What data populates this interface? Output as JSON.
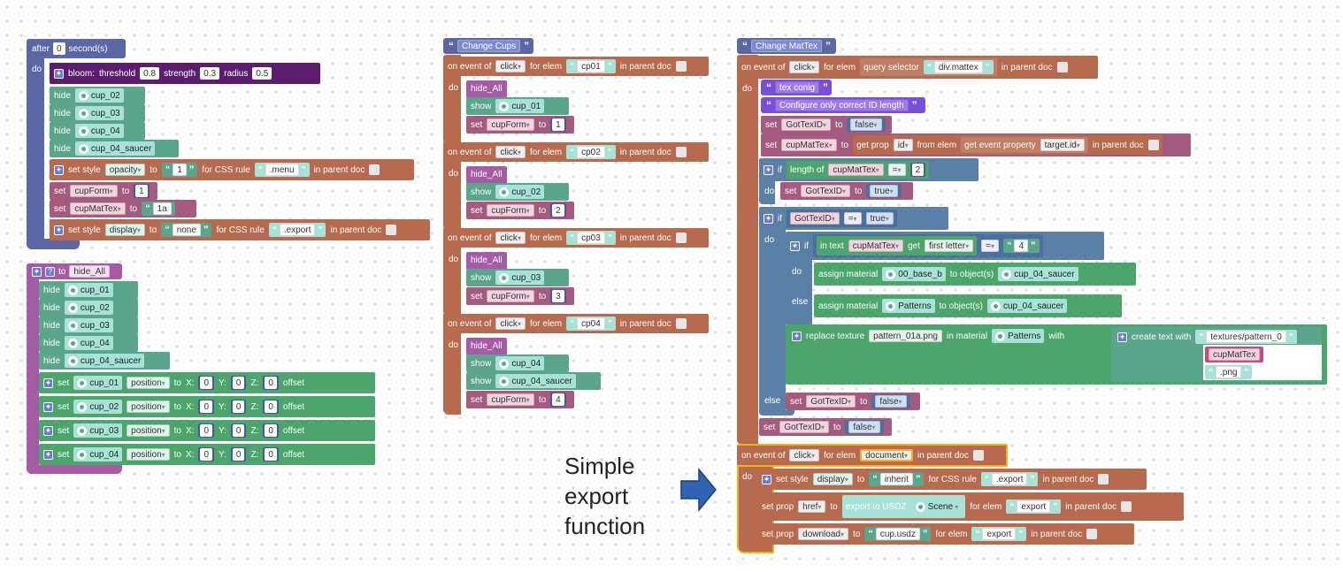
{
  "after_group": {
    "after": "after",
    "seconds": "0",
    "second_label": "second(s)",
    "do": "do",
    "bloom": {
      "label": "bloom:",
      "threshold_label": "threshold",
      "threshold": "0.8",
      "strength_label": "strength",
      "strength": "0.3",
      "radius_label": "radius",
      "radius": "0.5"
    },
    "hide_label": "hide",
    "hides": [
      "cup_02",
      "cup_03",
      "cup_04",
      "cup_04_saucer"
    ],
    "set_style_1": {
      "label": "set style",
      "prop": "opacity",
      "to": "to",
      "value": "1",
      "rule_label": "for CSS rule",
      "rule": ".menu",
      "in_doc": "in parent doc"
    },
    "set_label": "set",
    "to_label": "to",
    "set_cupform": {
      "var": "cupForm",
      "value": "1"
    },
    "set_cupmattex": {
      "var": "cupMatTex",
      "value": "1a"
    },
    "set_style_2": {
      "label": "set style",
      "prop": "display",
      "to": "to",
      "value": "none",
      "rule_label": "for CSS rule",
      "rule": ".export",
      "in_doc": "in parent doc"
    }
  },
  "hide_all_fn": {
    "to_label": "to",
    "name": "hide_All",
    "hide_label": "hide",
    "hides": [
      "cup_01",
      "cup_02",
      "cup_03",
      "cup_04",
      "cup_04_saucer"
    ],
    "set_label": "set",
    "prop": "position",
    "to": "to",
    "x": "X:",
    "y": "Y:",
    "z": "Z:",
    "zero": "0",
    "offset": "offset",
    "sets": [
      "cup_01",
      "cup_02",
      "cup_03",
      "cup_04"
    ]
  },
  "change_cups": {
    "title": "Change Cups",
    "event_label": "on event of",
    "event": "click",
    "elem_label": "for elem",
    "in_doc": "in parent doc",
    "do": "do",
    "hide_all": "hide_All",
    "show_label": "show",
    "set_label": "set",
    "var": "cupForm",
    "to": "to",
    "handlers": [
      {
        "elem": "cp01",
        "show": [
          "cup_01"
        ],
        "value": "1"
      },
      {
        "elem": "cp02",
        "show": [
          "cup_02"
        ],
        "value": "2"
      },
      {
        "elem": "cp03",
        "show": [
          "cup_03"
        ],
        "value": "3"
      },
      {
        "elem": "cp04",
        "show": [
          "cup_04",
          "cup_04_saucer"
        ],
        "value": "4"
      }
    ]
  },
  "change_mattex": {
    "title": "Change MatTex",
    "event_label": "on event of",
    "event": "click",
    "elem_label": "for elem",
    "query_label": "query selector",
    "query": "div.mattex",
    "in_doc": "in parent doc",
    "do": "do",
    "comment1": "tex conig",
    "comment2": "Configure only correct ID length",
    "set_label": "set",
    "to_label": "to",
    "gottex": "GotTexID",
    "false_val": "false",
    "true_val": "true",
    "cupmattex": "cupMatTex",
    "get_prop": "get prop",
    "prop_id": "id",
    "from_elem": "from elem",
    "get_event_prop": "get event property",
    "target_id": "target.id",
    "if_label": "if",
    "else_label": "else",
    "length_of": "length of",
    "eq": "=",
    "len_value": "2",
    "in_text": "in text",
    "get_label": "get",
    "first_letter": "first letter",
    "letter_value": "4",
    "assign_label": "assign material",
    "to_objects": "to object(s)",
    "mat1": "00_base_b",
    "mat2": "Patterns",
    "obj": "cup_04_saucer",
    "replace_label": "replace texture",
    "texture": "pattern_01a.png",
    "in_material": "in material",
    "with_label": "with",
    "create_text": "create text with",
    "text_parts": [
      "textures/pattern_0",
      "cupMatTex",
      ".png"
    ]
  },
  "export_fn": {
    "event_label": "on event of",
    "event": "click",
    "elem_label": "for elem",
    "elem": "document",
    "in_doc": "in parent doc",
    "do": "do",
    "set_style": "set style",
    "prop": "display",
    "to": "to",
    "value": "inherit",
    "rule_label": "for CSS rule",
    "rule": ".export",
    "set_prop": "set prop",
    "href": "href",
    "export_usdz": "export to USDZ",
    "scene": "Scene",
    "for_elem": "for elem",
    "export_elem": "export",
    "download": "download",
    "filename": "cup.usdz"
  },
  "annotation": {
    "line1": "Simple",
    "line2": "export",
    "line3": "function"
  }
}
